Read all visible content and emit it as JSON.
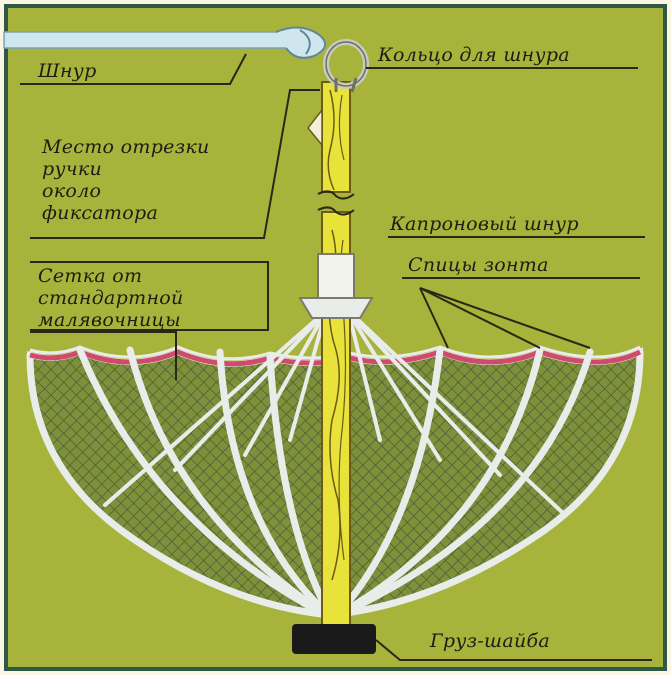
{
  "labels": {
    "ring": "Кольцо для шнура",
    "cord": "Шнур",
    "cut_place": [
      "Место отрезки",
      "ручки",
      "около",
      "фиксатора"
    ],
    "nylon_cord": "Капроновый шнур",
    "spokes": "Спицы зонта",
    "net": [
      "Сетка от",
      "стандартной",
      "малявочницы"
    ],
    "weight": "Груз-шайба"
  },
  "colors": {
    "background": "#a8b33c",
    "frame_border": "#2d5a46",
    "handle": "#e8e23a",
    "handle_grain": "#6c5a16",
    "cord": "#cfe6ee",
    "net_rim": "#d04a6e",
    "spoke": "#e9edea",
    "net_mesh": "#3d5a36",
    "weight": "#1a1a1a",
    "leader_line": "#2a2716",
    "label_text": "#1f1c12"
  },
  "icons": [
    "ring-icon",
    "hub-icon",
    "weight-icon"
  ]
}
